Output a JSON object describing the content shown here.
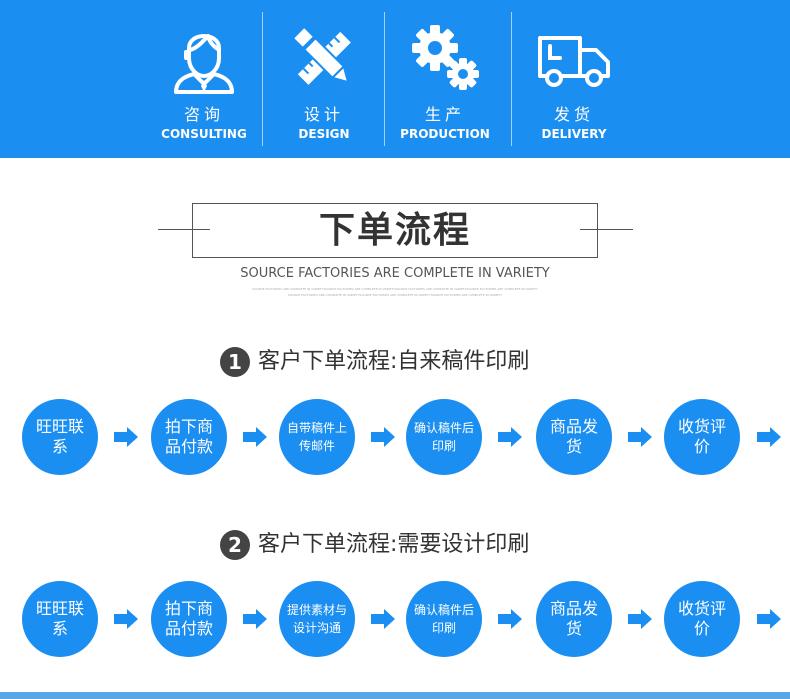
{
  "banner": {
    "stages": [
      {
        "cn": "咨询",
        "en": "CONSULTING",
        "icon": "consultant-icon"
      },
      {
        "cn": "设计",
        "en": "DESIGN",
        "icon": "pencil-ruler-icon"
      },
      {
        "cn": "生产",
        "en": "PRODUCTION",
        "icon": "gears-icon"
      },
      {
        "cn": "发货",
        "en": "DELIVERY",
        "icon": "truck-icon"
      }
    ]
  },
  "section": {
    "title": "下单流程",
    "subtitle": "SOURCE FACTORIES ARE COMPLETE IN VARIETY",
    "fine_print_1": "SOURCE FACTORIES ARE COMPLETE IN VARIETYSOURCE FACTORIES ARE COMPLETE IN VARIETYSOURCE FACTORIES ARE COMPLETE IN VARIETYSOURCE FACTORIES ARE COMPLETE IN VARIETY",
    "fine_print_2": "SOURCE FACTORIES ARE COMPLETE IN VARIETYSOURCE FACTORIES ARE COMPLETE IN VARIETYSOURCE FACTORIES ARE COMPLETE IN VARIETY"
  },
  "flow1": {
    "number": "1",
    "heading": "客户下单流程:自来稿件印刷",
    "steps": [
      "旺旺联系",
      "拍下商品付款",
      "自带稿件上传邮件",
      "确认稿件后印刷",
      "商品发货",
      "收货评价"
    ]
  },
  "flow2": {
    "number": "2",
    "heading": "客户下单流程:需要设计印刷",
    "steps": [
      "旺旺联系",
      "拍下商品付款",
      "提供素材与设计沟通",
      "确认稿件后印刷",
      "商品发货",
      "收货评价"
    ]
  },
  "colors": {
    "brand": "#1b8ef2",
    "dark": "#444444"
  }
}
